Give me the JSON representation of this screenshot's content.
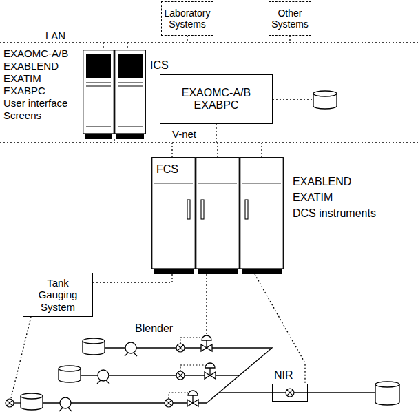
{
  "diagram": {
    "nodes": [
      {
        "text": [
          "Laboratory Systems"
        ]
      },
      {
        "text": [
          "Other Systems"
        ]
      },
      {
        "text": [
          "ICS"
        ]
      },
      {
        "text": [
          "EXAOMC-A/B",
          "EXABPC"
        ]
      },
      {
        "text": [
          "FCS"
        ]
      },
      {
        "text": [
          "Tank Gauging System"
        ]
      },
      {
        "text": [
          "NIR"
        ]
      }
    ],
    "edges": [
      {
        "from": 5,
        "to": 4,
        "arrow": "none"
      },
      {
        "from": 4,
        "to": 6,
        "arrow": "none"
      }
    ],
    "labels": [
      "LAN",
      "EXAOMC-A/B",
      "EXABLEND",
      "EXATIM",
      "EXABPC",
      "User interface",
      "Screens",
      "V-net",
      "EXABLEND",
      "EXATIM",
      "DCS instruments",
      "Blender"
    ]
  }
}
